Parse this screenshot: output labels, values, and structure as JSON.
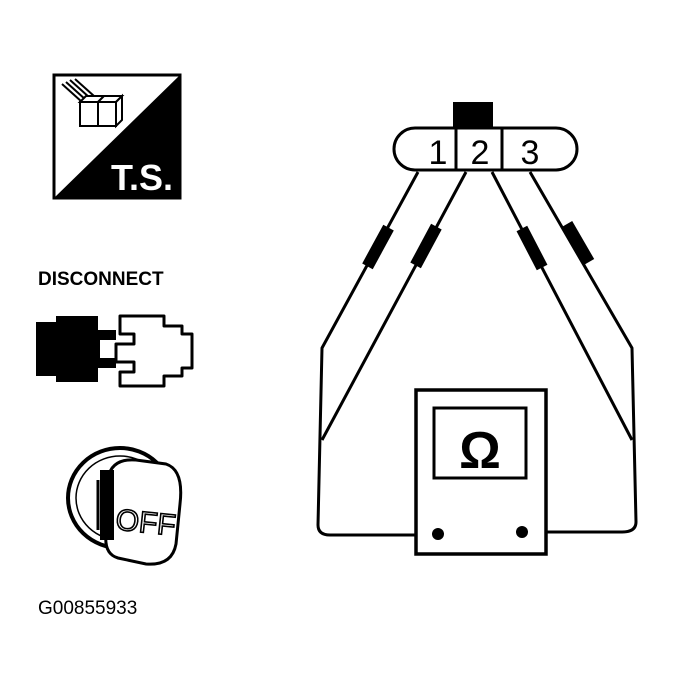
{
  "icons": {
    "ts_label": "T.S.",
    "disconnect_label": "DISCONNECT",
    "key_label": "OFF"
  },
  "connector": {
    "pins": [
      "1",
      "2",
      "3"
    ]
  },
  "meter": {
    "symbol": "Ω"
  },
  "figure_id": "G00855933",
  "colors": {
    "ink": "#000000",
    "paper": "#ffffff"
  }
}
